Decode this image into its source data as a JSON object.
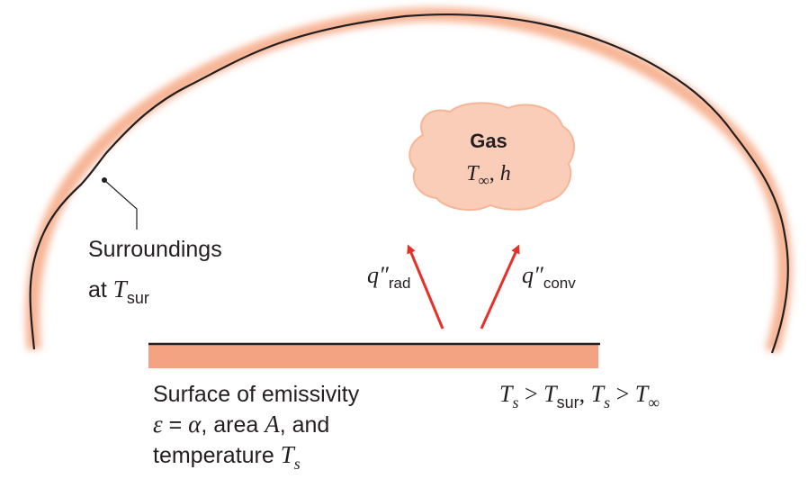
{
  "gas": {
    "title": "Gas",
    "T_symbol": "T",
    "T_sub": "∞",
    "sep": ", ",
    "h_symbol": "h"
  },
  "surroundings": {
    "line1": "Surroundings",
    "at": "at ",
    "T_symbol": "T",
    "T_sub": "sur"
  },
  "arrows": {
    "rad_symbol": "q″",
    "rad_sub": "rad",
    "conv_symbol": "q″",
    "conv_sub": "conv"
  },
  "surface": {
    "line1": "Surface of emissivity",
    "eps": "ε",
    "eq": " = ",
    "alpha": "α",
    "area_text": ", area ",
    "A": "A",
    "and": ", and",
    "line3": "temperature ",
    "T_symbol": "T",
    "T_sub": "s"
  },
  "condition": {
    "T1": "T",
    "s1": "s",
    "gt1": " > ",
    "T2": "T",
    "s2": "sur",
    "comma": ", ",
    "T3": "T",
    "s3": "s",
    "gt2": " > ",
    "T4": "T",
    "s4": "∞"
  },
  "colors": {
    "surroundings_glow": "#f7b596",
    "surface_fill": "#f3a382",
    "gas_fill": "#f9cdb7",
    "arrow": "#e8302a",
    "line": "#231f20"
  }
}
